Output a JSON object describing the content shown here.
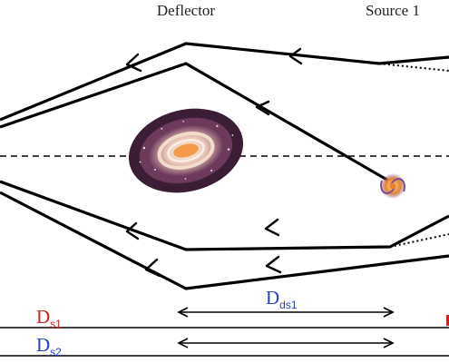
{
  "labels": {
    "deflector": "Deflector",
    "source": "Source 1"
  },
  "distances": [
    {
      "id": "ds1",
      "main": "D",
      "sub": "s1",
      "color": "#d62020"
    },
    {
      "id": "dds1",
      "main": "D",
      "sub": "ds1",
      "color": "#2a3fc8"
    },
    {
      "id": "ds2",
      "main": "D",
      "sub": "s2",
      "color": "#2a3fc8"
    }
  ],
  "colors": {
    "line": "#000000",
    "galaxy_outer": "#3b1e35",
    "galaxy_mid": "#6e3a5c",
    "galaxy_ring": "#f3dccb",
    "galaxy_core": "#f29a4a",
    "source_core": "#e8832d",
    "source_arm": "#7a4a9a"
  },
  "icons": {
    "deflector": "lens-galaxy-icon",
    "source": "spiral-source-galaxy-icon"
  }
}
